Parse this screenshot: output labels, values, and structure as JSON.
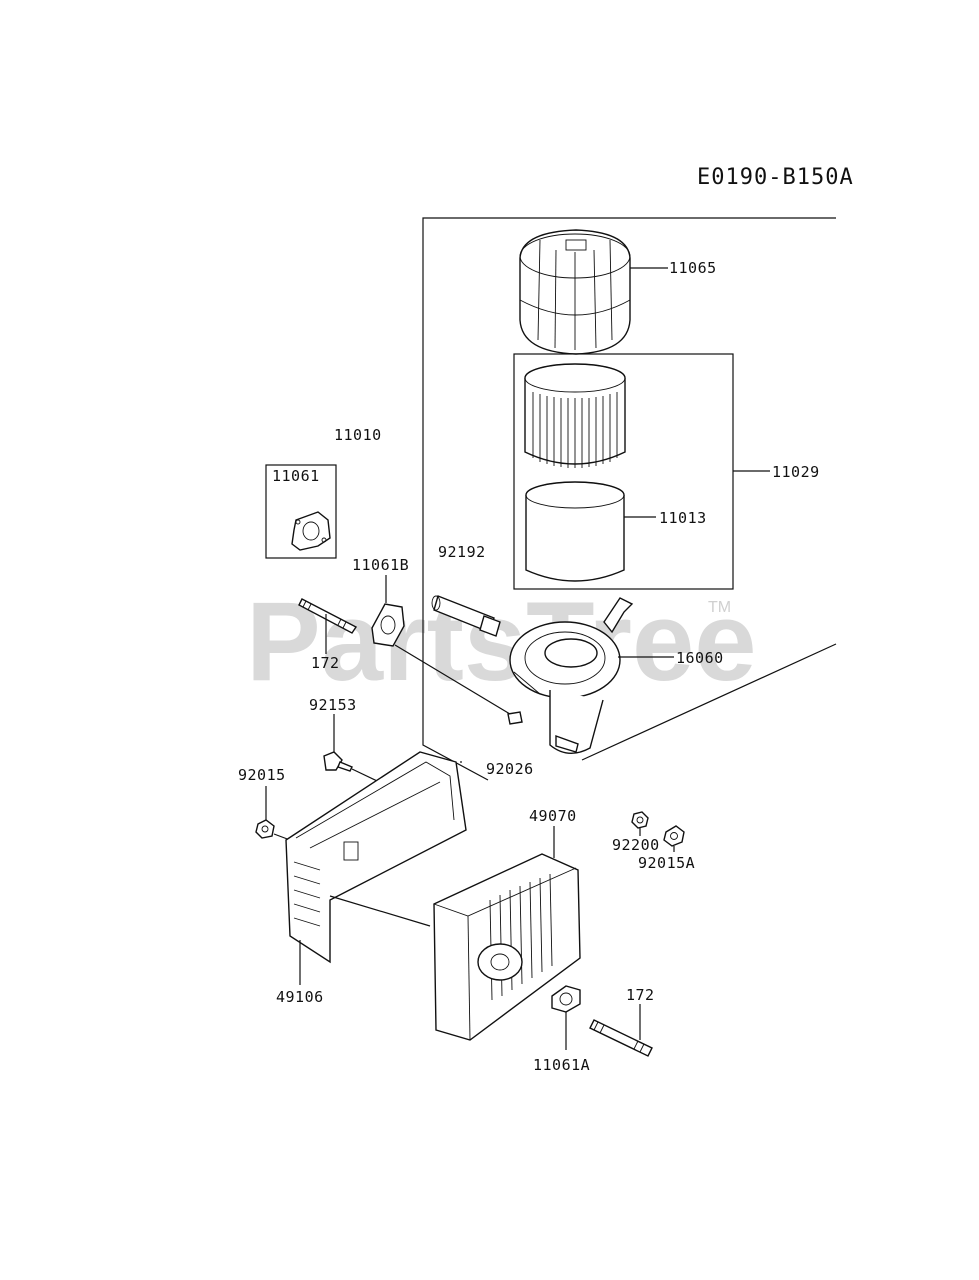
{
  "diagram_code": "E0190-B150A",
  "watermark": {
    "text": "PartsTree",
    "mark": "TM"
  },
  "labels": {
    "l11010": "11010",
    "l11061": "11061",
    "l11061b": "11061B",
    "l172a": "172",
    "l92192": "92192",
    "l92153": "92153",
    "l92015": "92015",
    "l92026": "92026",
    "l11065": "11065",
    "l11029": "11029",
    "l11013": "11013",
    "l16060": "16060",
    "l49070": "49070",
    "l92200": "92200",
    "l92015a": "92015A",
    "l49106": "49106",
    "l172b": "172",
    "l11061a": "11061A"
  }
}
